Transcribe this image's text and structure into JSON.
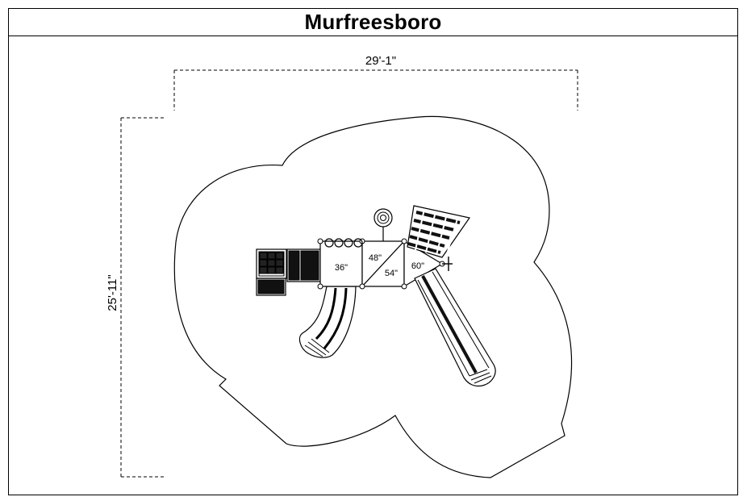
{
  "title": "Murfreesboro",
  "dimensions": {
    "width_label": "29'-1\"",
    "depth_label": "25'-11\""
  },
  "decks": [
    {
      "label": "36\""
    },
    {
      "label": "48\""
    },
    {
      "label": "54\""
    },
    {
      "label": "60\""
    }
  ]
}
